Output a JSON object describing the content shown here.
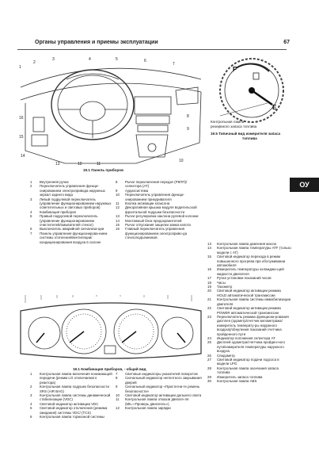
{
  "header": {
    "title": "Органы управления и приемы эксплуатации",
    "page": "67"
  },
  "side_tab": "ОУ",
  "figures": {
    "panel_caption": "19.1 Панель приборов",
    "gauge_caption": [
      "19.5 Типичный вид измерителя запаса",
      "топлива"
    ],
    "gauge_callout": [
      "Контрольная лампа",
      "резервного запаса топлива"
    ],
    "gauge_marks": {
      "full": "F",
      "empty": "E"
    },
    "cluster_caption": "19.1 Комбинация приборов, - общий вид"
  },
  "list_left": [
    {
      "n": "1",
      "t": "Внутренняя ручка"
    },
    {
      "n": "2",
      "t": "Переключатель управления функци-онированием электропривода наружных зеркал заднего вида"
    },
    {
      "n": "3",
      "t": "Левый подрулевой переключатель (управление функционированием наружных осветительных и световых приборов)"
    },
    {
      "n": "4",
      "t": "Комбинация приборов"
    },
    {
      "n": "5",
      "t": "Правый подрулевой переключатель (управление функционированием очистителей/омывателей стекол)"
    },
    {
      "n": "6",
      "t": "Выключатель аварийной сигнализа-ции"
    },
    {
      "n": "7",
      "t": "Панель управления функционирова-нием системы отопления/вентиляции/ кондиционирования воздуха в салоне"
    }
  ],
  "list_mid": [
    {
      "n": "8",
      "t": "Рычаг переключения передач (РКПП)/селектора (АТ)"
    },
    {
      "n": "9",
      "t": "Аудиосистема"
    },
    {
      "n": "10",
      "t": "Переключатель управления функци-онированием прикуривателя"
    },
    {
      "n": "11",
      "t": "Кнопка активации клаксона"
    },
    {
      "n": "12",
      "t": "Декоративная крышка модуля водительской фронтальной подушки безопасности"
    },
    {
      "n": "13",
      "t": "Рычаг-регулировка наклона рулевой колонки"
    },
    {
      "n": "14",
      "t": "Монтажный блок предохранителей"
    },
    {
      "n": "15",
      "t": "Рычаг отпускания защелки замка капота"
    },
    {
      "n": "16",
      "t": "Главный переключатель управления функционированием электроприво-да стеклоподъемников"
    }
  ],
  "list_right": [
    {
      "n": "13",
      "t": "Контрольная лампа давления масла"
    },
    {
      "n": "14",
      "t": "Контрольная лампа температуры ATF (только модели с АТ)"
    },
    {
      "n": "15",
      "t": "Световой индикатор перехода в режим повышенного прогрева при обслуживании автомобиля"
    },
    {
      "n": "16",
      "t": "Измеритель температуры охлаждаю-щей жидкости двигателя"
    },
    {
      "n": "17",
      "t": "Ручка установки показаний часов"
    },
    {
      "n": "18",
      "t": "Часы"
    },
    {
      "n": "19",
      "t": "Тахометр"
    },
    {
      "n": "20",
      "t": "Световой индикатор активации режима HOLD автоматической трансмиссии"
    },
    {
      "n": "21",
      "t": "Контрольная лампа системы иммобилизации двигателя"
    },
    {
      "n": "22",
      "t": "Световой индикатор активации режима POWER автоматической трансмиссии"
    },
    {
      "n": "23",
      "t": "Переключатель режима функциони-рования дисплея (одометр/счетчик километража/измеритель температу-ры наружного воздуха)/обнуления показаний счетчика пройденного пути"
    },
    {
      "n": "24",
      "t": "Индикатор положения селектора АТ"
    },
    {
      "n": "25",
      "t": "Дисплей одометра/счетчика пройден-ного пути/измерителя температуры наружного воздуха"
    },
    {
      "n": "26",
      "t": "Спидометр"
    },
    {
      "n": "27",
      "t": "Световой индикатор подачи подсоса в модели LPG"
    },
    {
      "n": "28",
      "t": "Контрольная лампа окончания запаса топлива"
    },
    {
      "n": "29",
      "t": "Измеритель запаса топлива"
    },
    {
      "n": "30",
      "t": "Контрольная лампа ABS"
    }
  ],
  "list_bottom_a": [
    {
      "n": "1",
      "t": "Контрольная лампа включения понижающей передачи (режим LO отключаемого реактора)"
    },
    {
      "n": "2",
      "t": "Контрольная лампа подушек безопасности SRS (AIR BAG)"
    },
    {
      "n": "3",
      "t": "Контрольная лампа системы динамической стабилизации (VDC)"
    },
    {
      "n": "4",
      "t": "Световой индикатор активации VDC"
    },
    {
      "n": "5",
      "t": "Световой индикатор отключения (режима ожидания) системы VDC/ (TCS)"
    },
    {
      "n": "6",
      "t": "Контрольная лампа тормозной системы"
    }
  ],
  "list_bottom_b": [
    {
      "n": "7",
      "t": "Световые индикаторы указателей поворотов"
    },
    {
      "n": "8",
      "t": "Сигнальный индикатор неплотного закрывания дверей"
    },
    {
      "n": "9",
      "t": "Сигнальный индикатор «Пристегни-те ремень безопасности»"
    },
    {
      "n": "10",
      "t": "Световой индикатор активации дальнего света"
    },
    {
      "n": "11",
      "t": "Контрольная лампа отказов двигате-ля (MIL-«Проверь двигатель»)"
    },
    {
      "n": "12",
      "t": "Контрольная лампа зарядки"
    }
  ],
  "colors": {
    "ink": "#222222",
    "tab_bg": "#1b1b1b"
  }
}
